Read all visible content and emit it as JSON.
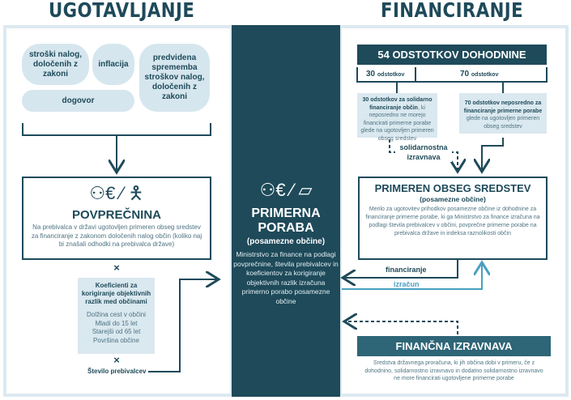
{
  "headers": {
    "left": "UGOTAVLJANJE",
    "right": "FINANCIRANJE"
  },
  "left": {
    "bubbles": [
      "stroški nalog, določenih z zakoni",
      "inflacija",
      "dogovor",
      "predvidena sprememba stroškov nalog, določenih z zakoni"
    ],
    "povprecnina": {
      "title": "POVPREČNINA",
      "text": "Na prebivalca v državi ugotovljen primeren obseg sredstev za financiranje z zakonom določenih nalog občin (koliko naj bi znašali odhodki na prebivalca države)"
    },
    "times": "×",
    "koeficienti": {
      "title": "Koeficienti za korigiranje objektivnih razlik med občinami",
      "items": [
        "Dolžina cest v občini",
        "Mladi do 15 let",
        "Starejši od 65 let",
        "Površina občine"
      ]
    },
    "prebivalci": "Število prebivalcev"
  },
  "center": {
    "title1": "PRIMERNA",
    "title2": "PORABA",
    "subtitle": "(posamezne občine)",
    "text": "Ministrstvo za finance na podlagi povprečnine, števila prebivalcev in koeficientov za korigiranje objektivnih razlik izračuna primerno porabo posamezne občine"
  },
  "right": {
    "dohodnina": "54 ODSTOTKOV DOHODNINE",
    "split30": {
      "num": "30",
      "unit": "odstotkov"
    },
    "split70": {
      "num": "70",
      "unit": "odstotkov"
    },
    "box30": {
      "bold": "30 odstotkov za solidarno financiranje občin",
      "rest": ", ki neposredno ne morejo financirati primerne porabe glede na ugotovljen primeren obseg sredstev"
    },
    "box70": {
      "bold": "70 odstotkov neposredno za financiranje primerne porabe",
      "rest": " glede na ugotovljen primeren obseg sredstev"
    },
    "solidarnostna": "solidarnostna izravnava",
    "obseg": {
      "title": "PRIMEREN OBSEG SREDSTEV",
      "subtitle": "(posamezne občine)",
      "text": "Merilo za ugotovitev prihodkov posamezne občine iz dohodnine za financiranje primerne porabe, ki ga Ministrstvo za finance izračuna na podlagi števila prebivalcev v občini, povprečne primerne porabe na prebivalca države in indeksa raznolikosti občin"
    },
    "financiranje": "financiranje",
    "izracun": "izračun",
    "izravnava": {
      "title": "FINANČNA IZRAVNAVA",
      "text": "Sredstva državnega proračuna, ki jih občina dobi v primeru, če z dohodnino, solidarnostno izravnavo in dodatno solidarnostno izravnavo ne more financirati ugotovljene primerne porabe"
    }
  },
  "colors": {
    "dark": "#1e4a5a",
    "light": "#d6e6ee",
    "blue": "#4a9fc0",
    "bar": "#2e6577"
  }
}
